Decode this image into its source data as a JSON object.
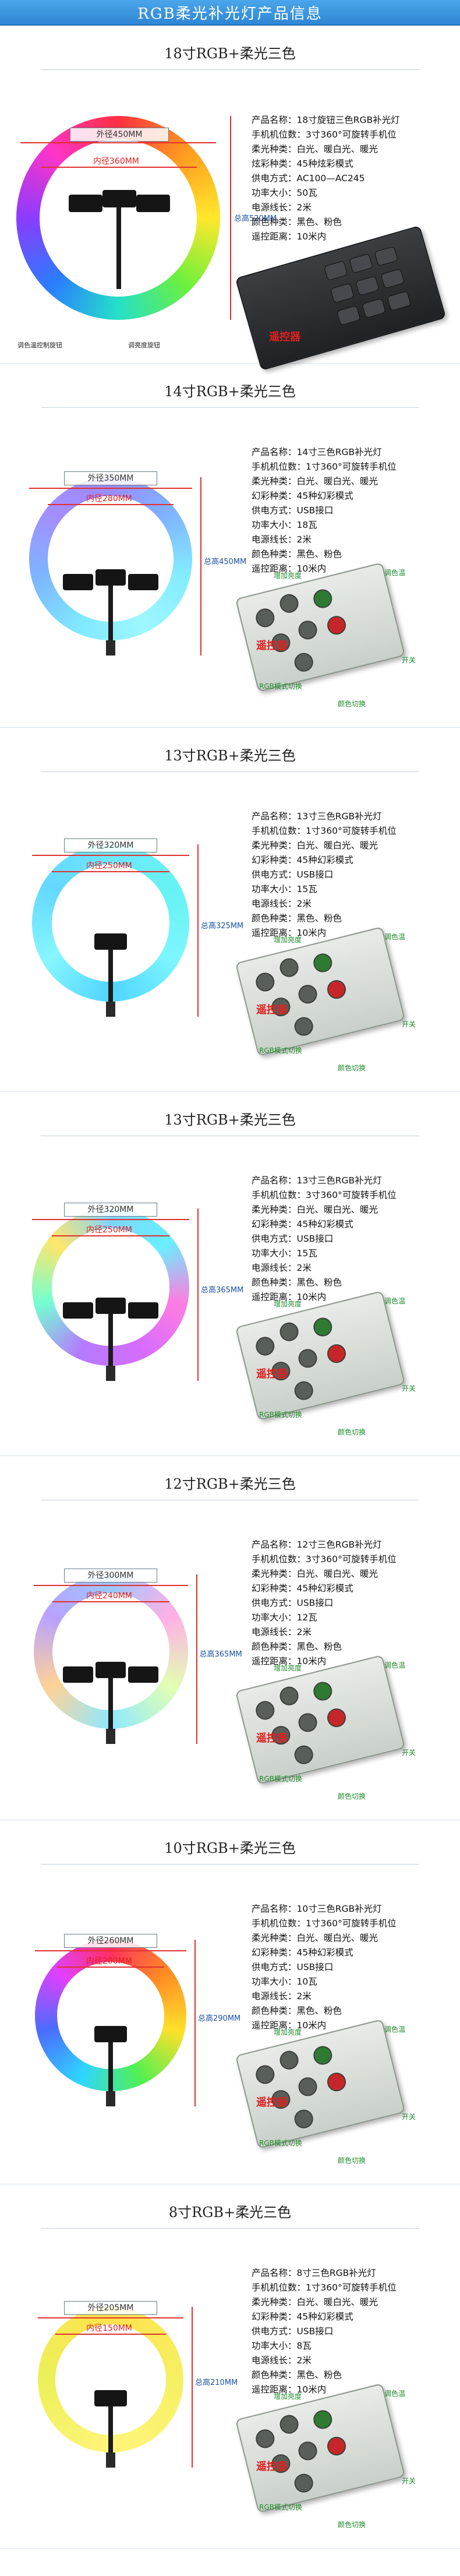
{
  "header": {
    "title": "RGB柔光补光灯产品信息"
  },
  "sections": [
    {
      "title": "18寸RGB+柔光三色",
      "outer": "外径450MM",
      "inner": "内径360MM",
      "height": "总高520MM",
      "note_left": "调色温控制旋钮",
      "note_right": "调亮度旋钮",
      "remote_label": "遥控器",
      "specs": [
        "产品名称：18寸旋钮三色RGB补光灯",
        "手机机位数：3寸360°可旋转手机位",
        "柔光种类：白光、暖白光、暖光",
        "炫彩种类：45种炫彩模式",
        "供电方式：AC100—AC245",
        "功率大小：50瓦",
        "电源线长：2米",
        "颜色种类：黑色、粉色",
        "遥控距离：10米内"
      ]
    },
    {
      "title": "14寸RGB+柔光三色",
      "outer": "外径350MM",
      "inner": "内径280MM",
      "height": "总高450MM",
      "remote_label": "遥控器",
      "callout_brightness": "增加亮度",
      "callout_color": "调色温",
      "callout_rgb": "RGB模式切换",
      "callout_power": "开关",
      "callout_mode": "颜色切换",
      "specs": [
        "产品名称：14寸三色RGB补光灯",
        "手机机位数：1寸360°可旋转手机位",
        "柔光种类：白光、暖白光、暖光",
        "幻彩种类：45种幻彩模式",
        "供电方式：USB接口",
        "功率大小：18瓦",
        "电源线长：2米",
        "颜色种类：黑色、粉色",
        "遥控距离：10米内"
      ]
    },
    {
      "title": "13寸RGB+柔光三色",
      "outer": "外径320MM",
      "inner": "内径250MM",
      "height": "总高325MM",
      "remote_label": "遥控器",
      "callout_brightness": "增加亮度",
      "callout_color": "调色温",
      "callout_rgb": "RGB模式切换",
      "callout_power": "开关",
      "callout_mode": "颜色切换",
      "specs": [
        "产品名称：13寸三色RGB补光灯",
        "手机机位数：1寸360°可旋转手机位",
        "柔光种类：白光、暖白光、暖光",
        "幻彩种类：45种幻彩模式",
        "供电方式：USB接口",
        "功率大小：15瓦",
        "电源线长：2米",
        "颜色种类：黑色、粉色",
        "遥控距离：10米内"
      ]
    },
    {
      "title": "13寸RGB+柔光三色",
      "outer": "外径320MM",
      "inner": "内径250MM",
      "height": "总高365MM",
      "remote_label": "遥控器",
      "callout_brightness": "增加亮度",
      "callout_color": "调色温",
      "callout_rgb": "RGB模式切换",
      "callout_power": "开关",
      "callout_mode": "颜色切换",
      "specs": [
        "产品名称：13寸三色RGB补光灯",
        "手机机位数：3寸360°可旋转手机位",
        "柔光种类：白光、暖白光、暖光",
        "幻彩种类：45种幻彩模式",
        "供电方式：USB接口",
        "功率大小：15瓦",
        "电源线长：2米",
        "颜色种类：黑色、粉色",
        "遥控距离：10米内"
      ]
    },
    {
      "title": "12寸RGB+柔光三色",
      "outer": "外径300MM",
      "inner": "内径240MM",
      "height": "总高365MM",
      "remote_label": "遥控器",
      "callout_brightness": "增加亮度",
      "callout_color": "调色温",
      "callout_rgb": "RGB模式切换",
      "callout_power": "开关",
      "callout_mode": "颜色切换",
      "specs": [
        "产品名称：12寸三色RGB补光灯",
        "手机机位数：3寸360°可旋转手机位",
        "柔光种类：白光、暖白光、暖光",
        "幻彩种类：45种幻彩模式",
        "供电方式：USB接口",
        "功率大小：12瓦",
        "电源线长：2米",
        "颜色种类：黑色、粉色",
        "遥控距离：10米内"
      ]
    },
    {
      "title": "10寸RGB+柔光三色",
      "outer": "外径260MM",
      "inner": "内径200MM",
      "height": "总高290MM",
      "remote_label": "遥控器",
      "callout_brightness": "增加亮度",
      "callout_color": "调色温",
      "callout_rgb": "RGB模式切换",
      "callout_power": "开关",
      "callout_mode": "颜色切换",
      "specs": [
        "产品名称：10寸三色RGB补光灯",
        "手机机位数：1寸360°可旋转手机位",
        "柔光种类：白光、暖白光、暖光",
        "幻彩种类：45种幻彩模式",
        "供电方式：USB接口",
        "功率大小：10瓦",
        "电源线长：2米",
        "颜色种类：黑色、粉色",
        "遥控距离：10米内"
      ]
    },
    {
      "title": "8寸RGB+柔光三色",
      "outer": "外径205MM",
      "inner": "内径150MM",
      "height": "总高210MM",
      "remote_label": "遥控器",
      "callout_brightness": "增加亮度",
      "callout_color": "调色温",
      "callout_rgb": "RGB模式切换",
      "callout_power": "开关",
      "callout_mode": "颜色切换",
      "specs": [
        "产品名称：8寸三色RGB补光灯",
        "手机机位数：1寸360°可旋转手机位",
        "柔光种类：白光、暖白光、暖光",
        "幻彩种类：45种幻彩模式",
        "供电方式：USB接口",
        "功率大小：8瓦",
        "电源线长：2米",
        "颜色种类：黑色、粉色",
        "遥控距离：10米内"
      ]
    }
  ]
}
